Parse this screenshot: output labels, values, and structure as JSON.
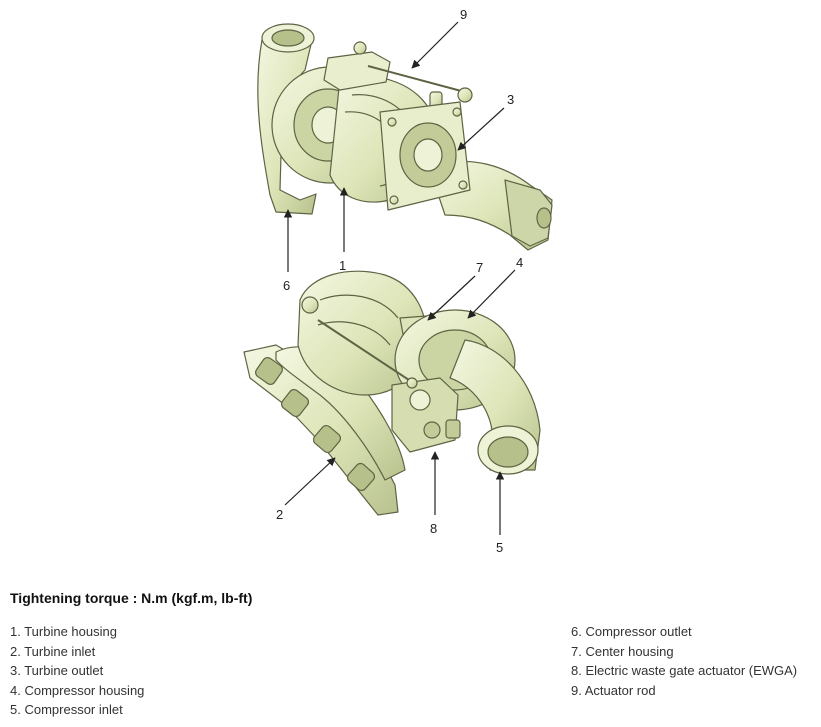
{
  "callouts": [
    "1",
    "2",
    "3",
    "4",
    "5",
    "6",
    "7",
    "8",
    "9"
  ],
  "heading": "Tightening torque : N.m (kgf.m, lb-ft)",
  "legend_left": [
    "1. Turbine housing",
    "2. Turbine inlet",
    "3. Turbine outlet",
    "4. Compressor housing",
    "5. Compressor inlet"
  ],
  "legend_right": [
    "6. Compressor outlet",
    "7. Center housing",
    "8. Electric waste gate actuator (EWGA)",
    "9. Actuator rod"
  ],
  "colors": {
    "part_fill": "#e4ebc5",
    "part_shade": "#c4cd9e",
    "part_edge": "#5d6443",
    "ink": "#222222"
  }
}
